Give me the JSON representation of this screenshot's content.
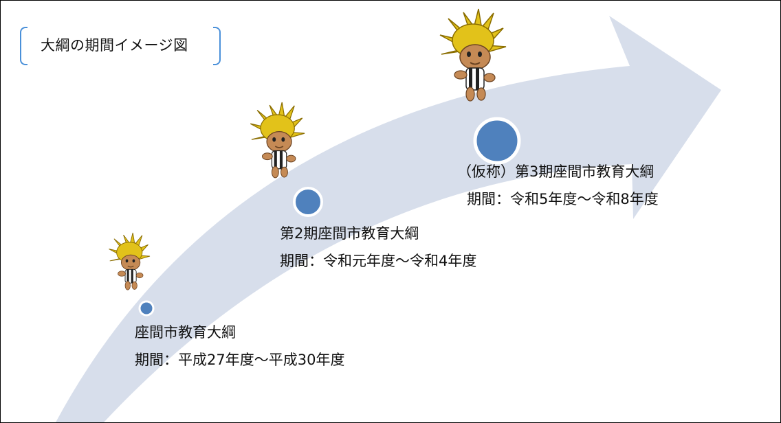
{
  "title": "大綱の期間イメージ図",
  "colors": {
    "arrow": "#d7deeb",
    "circle": "#4f81bd",
    "circle_stroke": "#ffffff",
    "bracket": "#4a90d9",
    "mascot_hair": "#e2c21a",
    "mascot_skin": "#c58a55"
  },
  "stages": [
    {
      "name": "座間市教育大綱",
      "period": "期間：平成27年度～平成30年度"
    },
    {
      "name": "第2期座間市教育大綱",
      "period": "期間：令和元年度～令和4年度"
    },
    {
      "name": "（仮称）第3期座間市教育大綱",
      "period": "期間：令和5年度～令和8年度"
    }
  ],
  "mascot": {
    "icon": "mascot-character-icon"
  }
}
